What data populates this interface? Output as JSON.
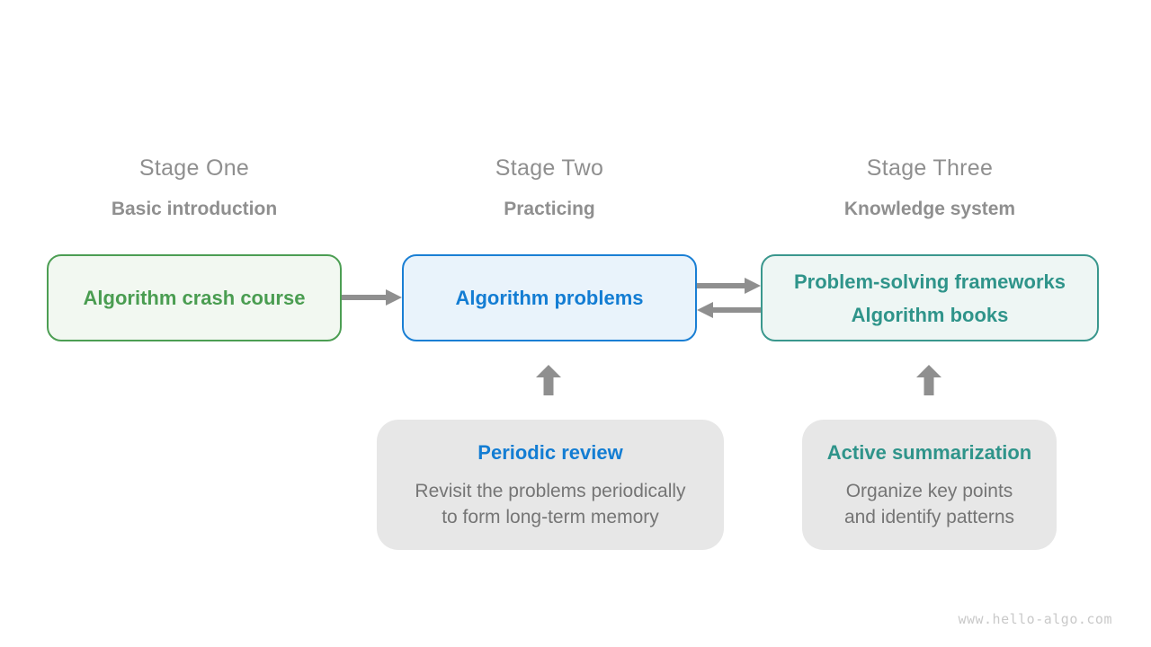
{
  "colors": {
    "stage_text": "#8f8f8f",
    "body_text": "#757575",
    "arrow": "#8f8f8f",
    "green_border": "#4c9e53",
    "green_fill": "#f2f8f1",
    "green_text": "#4a9d51",
    "blue_border": "#1a7fd4",
    "blue_fill": "#e9f3fb",
    "blue_text": "#137dd3",
    "teal_border": "#3a978d",
    "teal_fill": "#eef6f4",
    "teal_text": "#2f948a",
    "card_bg": "#e7e7e7",
    "watermark": "#c9c9c9"
  },
  "stages": [
    {
      "title": "Stage One",
      "subtitle": "Basic introduction",
      "box_lines": [
        "Algorithm crash course"
      ]
    },
    {
      "title": "Stage Two",
      "subtitle": "Practicing",
      "box_lines": [
        "Algorithm problems"
      ]
    },
    {
      "title": "Stage Three",
      "subtitle": "Knowledge system",
      "box_lines": [
        "Problem-solving frameworks",
        "Algorithm books"
      ]
    }
  ],
  "cards": [
    {
      "title": "Periodic review",
      "body_lines": [
        "Revisit the problems periodically",
        "to form long-term memory"
      ]
    },
    {
      "title": "Active summarization",
      "body_lines": [
        "Organize key points",
        "and identify patterns"
      ]
    }
  ],
  "watermark": "www.hello-algo.com"
}
